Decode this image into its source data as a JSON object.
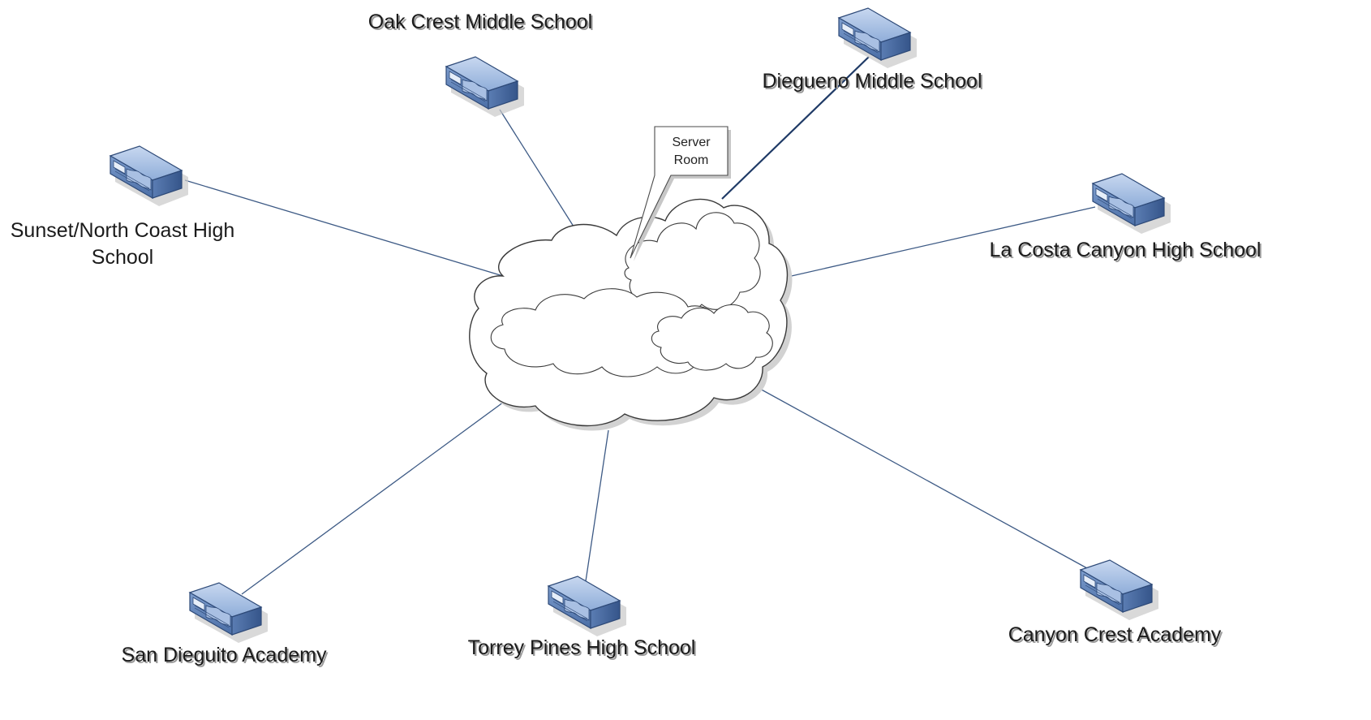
{
  "diagram": {
    "callout": {
      "line1": "Server",
      "line2": "Room"
    },
    "nodes": [
      {
        "id": "oak",
        "icon": "network-device-icon",
        "label_lines": [
          "Oak Crest Middle School"
        ]
      },
      {
        "id": "dieg",
        "icon": "network-device-icon",
        "label_lines": [
          "Diegueno Middle School"
        ]
      },
      {
        "id": "sunset",
        "icon": "network-device-icon",
        "label_lines": [
          "Sunset/North Coast High",
          "School"
        ]
      },
      {
        "id": "lacosta",
        "icon": "network-device-icon",
        "label_lines": [
          "La Costa Canyon High School"
        ]
      },
      {
        "id": "sda",
        "icon": "network-device-icon",
        "label_lines": [
          "San Dieguito Academy"
        ]
      },
      {
        "id": "torrey",
        "icon": "network-device-icon",
        "label_lines": [
          "Torrey Pines High School"
        ]
      },
      {
        "id": "cca",
        "icon": "network-device-icon",
        "label_lines": [
          "Canyon Crest Academy"
        ]
      }
    ],
    "cloud_icon": "cloud-icon",
    "colors": {
      "link": "#3d5a85",
      "device_fill": "#7f9fcf",
      "device_dark": "#3d5a85",
      "cloud_stroke": "#3a3a3a"
    }
  }
}
